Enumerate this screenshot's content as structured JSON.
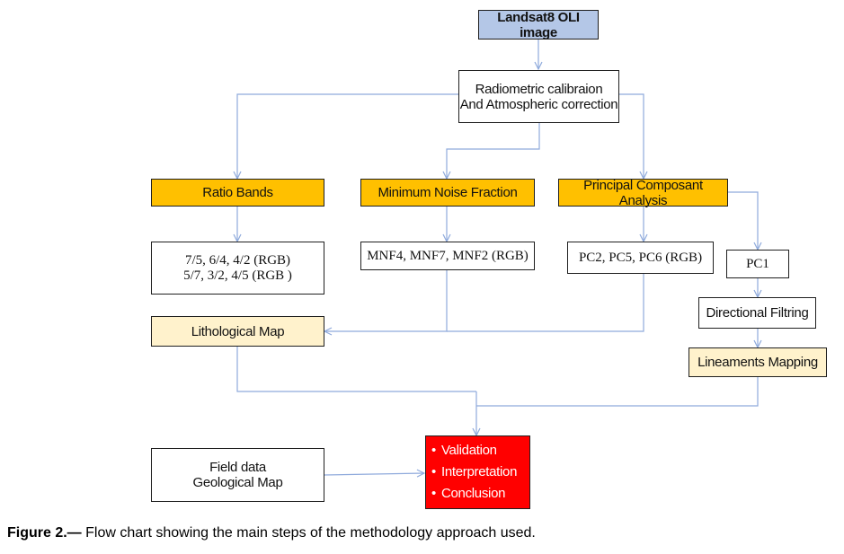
{
  "diagram": {
    "nodes": {
      "landsat": {
        "label": "Landsat8 OLI image"
      },
      "calibration": {
        "lines": [
          "Radiometric calibraion",
          "And Atmospheric correction"
        ]
      },
      "ratio_bands": {
        "label": "Ratio Bands"
      },
      "mnf": {
        "label": "Minimum Noise Fraction"
      },
      "pca": {
        "label": "Principal Composant Analysis"
      },
      "ratio_rgb": {
        "lines": [
          "7/5, 6/4, 4/2 (RGB)",
          "5/7, 3/2, 4/5 (RGB )"
        ]
      },
      "mnf_rgb": {
        "label": "MNF4, MNF7, MNF2 (RGB)"
      },
      "pc_rgb": {
        "label": "PC2, PC5, PC6 (RGB)"
      },
      "pc1": {
        "label": "PC1"
      },
      "directional": {
        "label": "Directional Filtring"
      },
      "lithological": {
        "label": "Lithological Map"
      },
      "lineaments": {
        "label": "Lineaments Mapping"
      },
      "field": {
        "lines": [
          "Field data",
          "Geological Map"
        ]
      },
      "results": {
        "items": [
          "Validation",
          "Interpretation",
          "Conclusion"
        ]
      }
    },
    "colors": {
      "input_fill": "#b4c7e7",
      "method_fill": "#ffc000",
      "map_fill": "#fff2cc",
      "result_fill": "#ff0000",
      "connector": "#8faadc"
    }
  },
  "caption": {
    "label": "Figure 2.—",
    "text": " Flow chart showing the main steps of the methodology approach used."
  }
}
